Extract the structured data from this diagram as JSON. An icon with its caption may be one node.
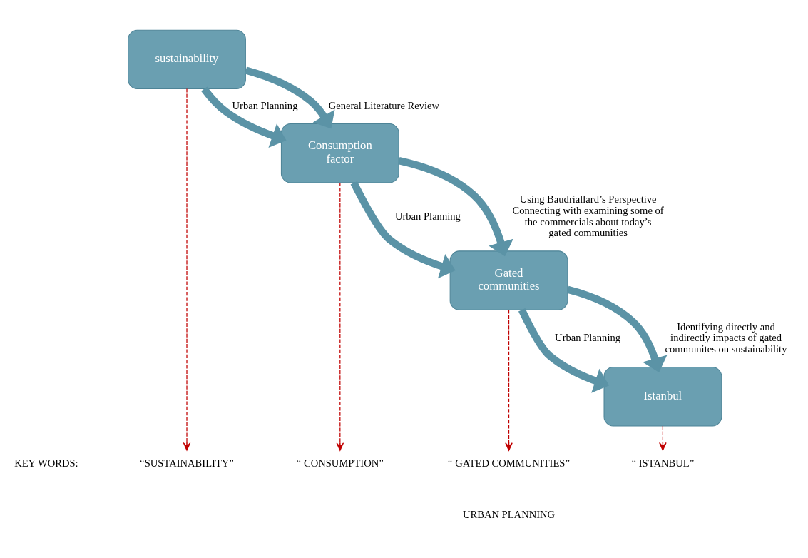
{
  "diagram": {
    "nodes": [
      {
        "text": [
          "sustainability"
        ]
      },
      {
        "text": [
          "Consumption factor"
        ]
      },
      {
        "text": [
          "Gated communities"
        ]
      },
      {
        "text": [
          "Istanbul"
        ]
      },
      {
        "text": [
          "“SUSTAINABILITY”"
        ]
      },
      {
        "text": [
          "“ CONSUMPTION”"
        ]
      },
      {
        "text": [
          "“ GATED COMMUNITIES”"
        ]
      },
      {
        "text": [
          "“ ISTANBUL”"
        ]
      }
    ],
    "edges": [
      {
        "from": 0,
        "to": 1,
        "arrow": "to",
        "label": "General Literature Review"
      },
      {
        "from": 0,
        "to": 1,
        "arrow": "to",
        "label": "Urban Planning"
      },
      {
        "from": 1,
        "to": 2,
        "arrow": "to",
        "label": "Using Baudriallard’s Perspective Connecting with examining some of the commercials about today’s gated communities"
      },
      {
        "from": 1,
        "to": 2,
        "arrow": "to",
        "label": "Urban Planning"
      },
      {
        "from": 2,
        "to": 3,
        "arrow": "to",
        "label": "Identifying directly and indirectly impacts of gated communites on sustainability"
      },
      {
        "from": 2,
        "to": 3,
        "arrow": "to",
        "label": "Urban Planning"
      },
      {
        "from": 0,
        "to": 4,
        "arrow": "to",
        "style": "dashed",
        "color": "#c00000"
      },
      {
        "from": 1,
        "to": 5,
        "arrow": "to",
        "style": "dashed",
        "color": "#c00000"
      },
      {
        "from": 2,
        "to": 6,
        "arrow": "to",
        "style": "dashed",
        "color": "#c00000"
      },
      {
        "from": 3,
        "to": 7,
        "arrow": "to",
        "style": "dashed",
        "color": "#c00000"
      }
    ],
    "labels": [
      "KEY WORDS:",
      "URBAN PLANNING"
    ]
  }
}
